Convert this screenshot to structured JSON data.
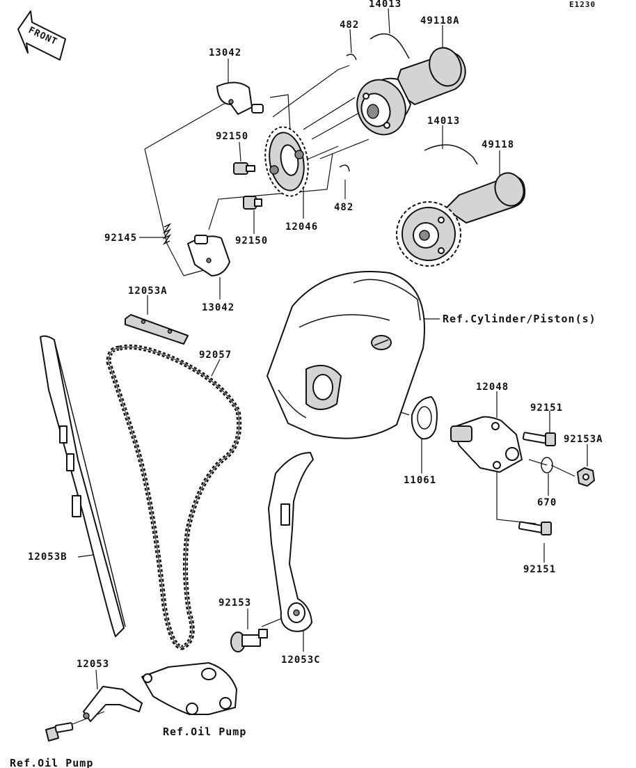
{
  "diagram_code": "E1230",
  "front_badge": "FRONT",
  "labels": {
    "p14013_a": "14013",
    "p49118A": "49118A",
    "p482_a": "482",
    "p13042_a": "13042",
    "p92150_a": "92150",
    "p14013_b": "14013",
    "p49118": "49118",
    "p482_b": "482",
    "p92145": "92145",
    "p92150_b": "92150",
    "p12046": "12046",
    "p13042_b": "13042",
    "p12053A": "12053A",
    "ref_cylinder": "Ref.Cylinder/Piston(s)",
    "p92057": "92057",
    "p12048": "12048",
    "p92151_a": "92151",
    "p92153A": "92153A",
    "p11061": "11061",
    "p670": "670",
    "p92151_b": "92151",
    "p12053B": "12053B",
    "p92153": "92153",
    "p12053C": "12053C",
    "p12053": "12053",
    "ref_oil_pump_a": "Ref.Oil Pump",
    "ref_oil_pump_b": "Ref.Oil Pump"
  }
}
